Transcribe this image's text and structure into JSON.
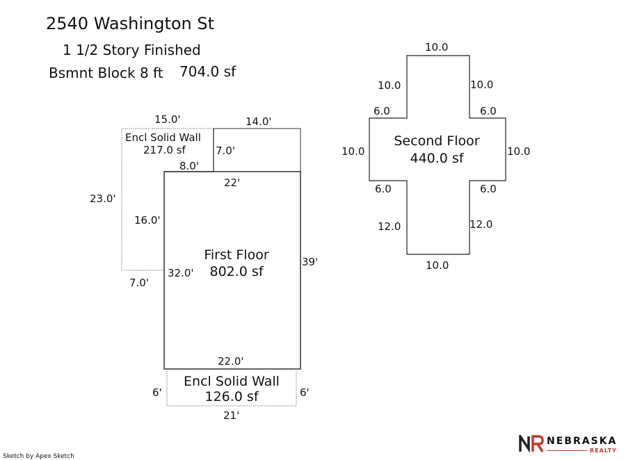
{
  "header": {
    "address": "2540 Washington St",
    "style": "1 1/2 Story Finished",
    "basement_label": "Bsmnt Block 8 ft",
    "basement_area": "704.0 sf"
  },
  "first_floor": {
    "name": "First Floor",
    "area": "802.0 sf",
    "dims": {
      "top": "22'",
      "right": "39'",
      "bottom": "22.0'",
      "left_upper": "16.0'",
      "left_lower": "32.0'"
    }
  },
  "encl_wall_top": {
    "name": "Encl Solid Wall",
    "area": "217.0 sf",
    "dims": {
      "top": "15.0'",
      "top_right": "14.0'",
      "left": "23.0'",
      "inner_right": "7.0'",
      "inner_bottom": "8.0'",
      "bottom": "7.0'"
    }
  },
  "encl_wall_bottom": {
    "name": "Encl Solid Wall",
    "area": "126.0 sf",
    "dims": {
      "left": "6'",
      "right": "6'",
      "bottom": "21'"
    }
  },
  "second_floor": {
    "name": "Second Floor",
    "area": "440.0 sf",
    "dims": {
      "top": "10.0",
      "upper_left": "10.0",
      "upper_right": "10.0",
      "shoulder_left_top": "6.0",
      "shoulder_right_top": "6.0",
      "mid_left": "10.0",
      "mid_right": "10.0",
      "shoulder_left_bottom": "6.0",
      "shoulder_right_bottom": "6.0",
      "lower_left": "12.0",
      "lower_right": "12.0",
      "bottom": "10.0"
    }
  },
  "footer": {
    "credit": "Sketch by Apex Sketch",
    "brand_name": "NEBRASKA",
    "brand_sub": "REALTY",
    "brand_accent": "#c0392b"
  }
}
